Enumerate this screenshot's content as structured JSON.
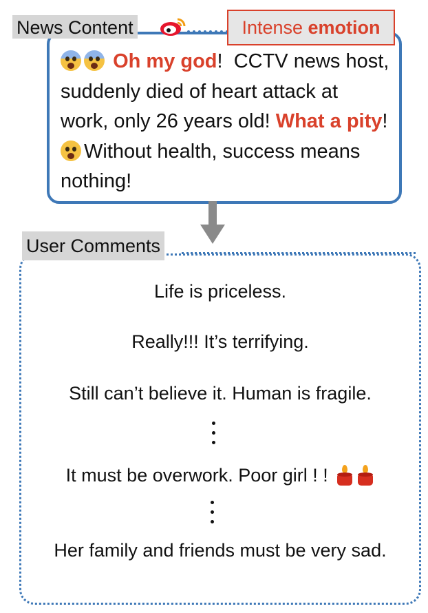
{
  "news": {
    "label": "News Content",
    "emotion_tag": {
      "prefix": "Intense ",
      "emphasis": "emotion"
    },
    "text": {
      "exclaim": "Oh my god",
      "exclaim_punct": "!",
      "part1": "CCTV news host, suddenly died of heart attack at work, only 26 years old!",
      "pity": "What a pity",
      "pity_punct": "!",
      "part2": "Without health, success means nothing!"
    },
    "icons": [
      "weibo-logo",
      "screaming-face-emoji",
      "screaming-face-emoji",
      "anxious-sweat-face-emoji"
    ]
  },
  "comments": {
    "label": "User Comments",
    "items": [
      "Life is priceless.",
      "Really!!! It’s terrifying.",
      "Still can’t believe it. Human is fragile.",
      "It must be overwork. Poor girl ! !",
      "Her family and friends must be very sad."
    ],
    "icons": [
      "candle-emoji",
      "candle-emoji"
    ]
  },
  "colors": {
    "frame_blue": "#3e78b7",
    "emotion_red": "#d9412b",
    "label_gray": "#d6d6d6",
    "arrow_gray": "#8a8a8a"
  }
}
